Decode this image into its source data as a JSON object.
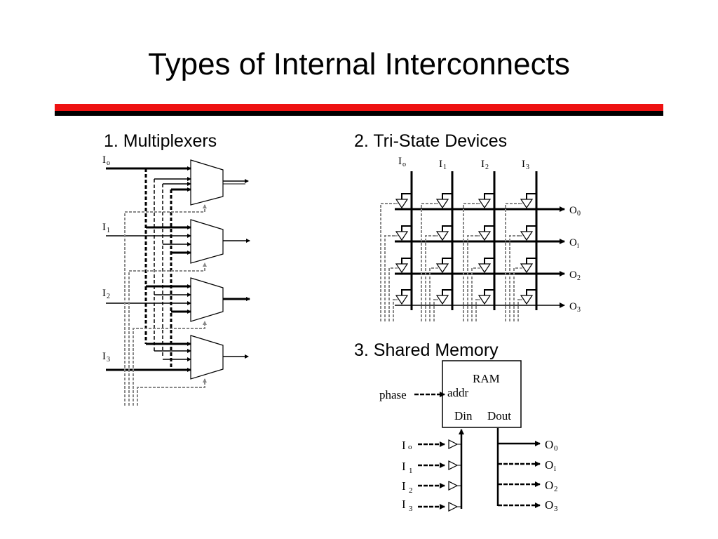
{
  "slide": {
    "title": "Types of Internal Interconnects"
  },
  "sections": {
    "mux": {
      "heading": "1. Multiplexers"
    },
    "tristate": {
      "heading": "2. Tri-State Devices"
    },
    "shared": {
      "heading": "3. Shared Memory"
    }
  },
  "mux_diagram": {
    "inputs": [
      {
        "base": "I",
        "sub": "o"
      },
      {
        "base": "I",
        "sub": "1"
      },
      {
        "base": "I",
        "sub": "2"
      },
      {
        "base": "I",
        "sub": "3"
      }
    ]
  },
  "tristate_diagram": {
    "inputs": [
      {
        "base": "I",
        "sub": "o"
      },
      {
        "base": "I",
        "sub": "1"
      },
      {
        "base": "I",
        "sub": "2"
      },
      {
        "base": "I",
        "sub": "3"
      }
    ],
    "outputs": [
      {
        "base": "O",
        "sub": "0"
      },
      {
        "base": "O",
        "sub": "i"
      },
      {
        "base": "O",
        "sub": "2"
      },
      {
        "base": "O",
        "sub": "3"
      }
    ]
  },
  "memory_diagram": {
    "ram_label": "RAM",
    "addr_label": "addr",
    "din_label": "Din",
    "dout_label": "Dout",
    "phase_label": "phase",
    "inputs": [
      {
        "base": "I",
        "sub": "o"
      },
      {
        "base": "I",
        "sub": "1"
      },
      {
        "base": "I",
        "sub": "2"
      },
      {
        "base": "I",
        "sub": "3"
      }
    ],
    "outputs": [
      {
        "base": "O",
        "sub": "0"
      },
      {
        "base": "O",
        "sub": "i"
      },
      {
        "base": "O",
        "sub": "2"
      },
      {
        "base": "O",
        "sub": "3"
      }
    ]
  },
  "colors": {
    "red_rule": "#ee1111",
    "black_rule": "#000000",
    "dashed_line": "#888888"
  }
}
